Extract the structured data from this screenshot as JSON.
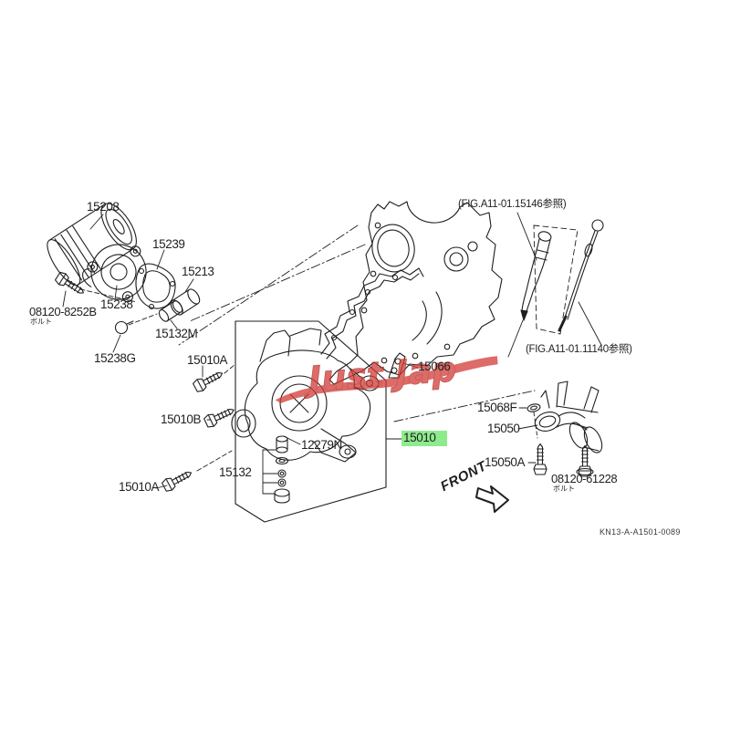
{
  "colors": {
    "highlight": "#8deb8d",
    "watermark_red": "#d23a36",
    "line_art": "#1f1f1f"
  },
  "watermark": {
    "text": "Just Jap"
  },
  "front_arrow": {
    "label": "FRONT"
  },
  "notes": {
    "bolt": "ボルト"
  },
  "fig_refs": {
    "top": "(FIG.A11-01.15146参照)",
    "bottom": "(FIG.A11-01.11140参照)"
  },
  "drawing_code": {
    "text": "KN13-A-A1501-0089"
  },
  "parts": [
    {
      "text": "15208"
    },
    {
      "text": "15239"
    },
    {
      "text": "15213"
    },
    {
      "text": "15238"
    },
    {
      "text": "08120-8252B"
    },
    {
      "text": "15132M"
    },
    {
      "text": "15238G"
    },
    {
      "text": "15010A"
    },
    {
      "text": "15010B"
    },
    {
      "text": "15010A"
    },
    {
      "text": "15132"
    },
    {
      "text": "12279N"
    },
    {
      "text": "15066"
    },
    {
      "text": "15010",
      "highlighted": true
    },
    {
      "text": "15068F"
    },
    {
      "text": "15050"
    },
    {
      "text": "15050A"
    },
    {
      "text": "08120-61228"
    }
  ]
}
